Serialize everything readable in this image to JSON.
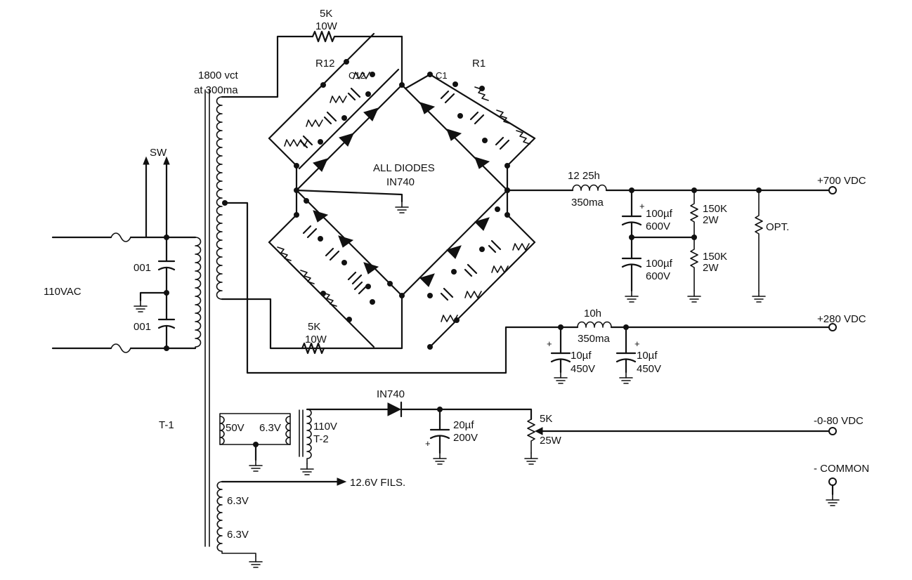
{
  "labels": {
    "r_top_value": "5K",
    "r_top_power": "10W",
    "r_bottom_value": "5K",
    "r_bottom_power": "10W",
    "r12": "R12",
    "c12": "C12",
    "c1": "C1",
    "r1": "R1",
    "transformer_rating_1": "1800 vct",
    "transformer_rating_2": "at 300ma",
    "switch": "SW",
    "line_input": "110VAC",
    "cap_001_top": "001",
    "cap_001_bottom": "001",
    "diodes_note_1": "ALL DIODES",
    "diodes_note_2": "IN740",
    "choke1_value": "12  25h",
    "choke1_current": "350ma",
    "cap_100_top_value": "100µf",
    "cap_100_top_voltage": "600V",
    "cap_100_bottom_value": "100µf",
    "cap_100_bottom_voltage": "600V",
    "bleeder_top_value": "150K",
    "bleeder_top_power": "2W",
    "bleeder_bottom_value": "150K",
    "bleeder_bottom_power": "2W",
    "opt_resistor": "OPT.",
    "out_700": "+700 VDC",
    "choke2_value": "10h",
    "choke2_current": "350ma",
    "cap_10_left_value": "10µf",
    "cap_10_left_voltage": "450V",
    "cap_10_right_value": "10µf",
    "cap_10_right_voltage": "450V",
    "out_280": "+280 VDC",
    "bias_diode": "IN740",
    "cap_20_value": "20µf",
    "cap_20_voltage": "200V",
    "pot_value": "5K",
    "pot_power": "25W",
    "out_bias": "-0-80 VDC",
    "common": "- COMMON",
    "t1": "T-1",
    "t2_winding_a": "50V",
    "t2_winding_b": "6.3V",
    "t2_primary": "110V",
    "t2": "T-2",
    "fil_out": "12.6V FILS.",
    "fil_winding_a": "6.3V",
    "fil_winding_b": "6.3V"
  }
}
